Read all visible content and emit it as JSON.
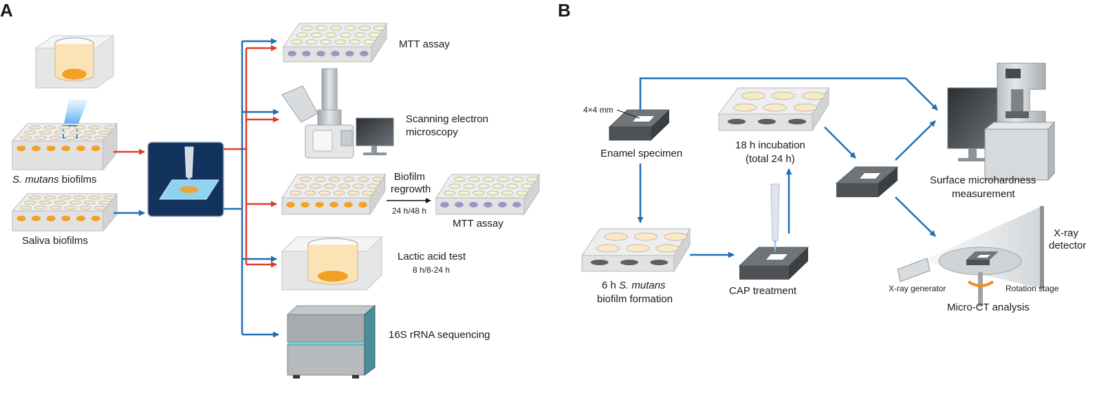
{
  "panel_a": {
    "label": "A",
    "smutans_biofilms": {
      "italic": "S. mutans",
      "rest": " biofilms"
    },
    "saliva_biofilms": "Saliva biofilms",
    "mtt_assay_top": "MTT assay",
    "sem_line1": "Scanning electron",
    "sem_line2": "microscopy",
    "regrowth_line1": "Biofilm",
    "regrowth_line2": "regrowth",
    "regrowth_time": "24 h/48 h",
    "mtt_assay_bottom": "MTT assay",
    "lactic_acid": "Lactic acid test",
    "lactic_time": "8 h/8-24 h",
    "sequencing": "16S rRNA sequencing"
  },
  "panel_b": {
    "label": "B",
    "specimen_size": "4×4 mm",
    "enamel_specimen": "Enamel specimen",
    "incubation_line1": "18 h incubation",
    "incubation_line2": "(total 24 h)",
    "formation_line1": {
      "prefix": "6 h ",
      "italic": "S. mutans"
    },
    "formation_line2": "biofilm formation",
    "cap_treatment": "CAP treatment",
    "microhardness_line1": "Surface microhardness",
    "microhardness_line2": "measurement",
    "xray_detector_line1": "X-ray",
    "xray_detector_line2": "detector",
    "xray_generator": "X-ray generator",
    "rotation_stage": "Rotation stage",
    "microct": "Micro-CT analysis"
  },
  "colors": {
    "blue_arrow": "#1f6db5",
    "red_arrow": "#e03a2f",
    "navy_panel": "#12335d",
    "biofilm_orange": "#f2a126"
  }
}
